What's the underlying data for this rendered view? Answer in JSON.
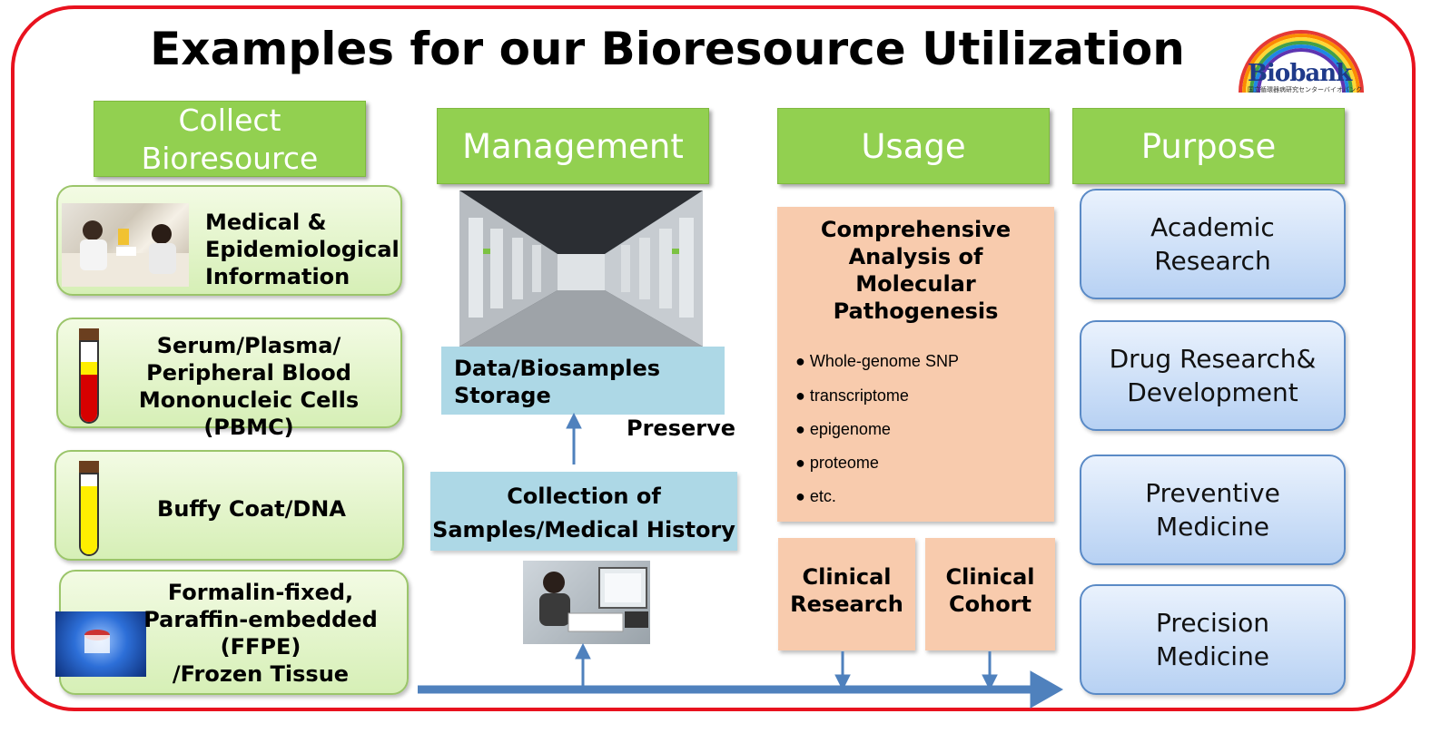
{
  "title": "Examples for our Bioresource Utilization",
  "logo": {
    "text": "Biobank",
    "subtitle": "国立循環器病研究センターバイオバンク"
  },
  "headers": {
    "collect": [
      "Collect",
      "Bioresource"
    ],
    "management": "Management",
    "usage": "Usage",
    "purpose": "Purpose"
  },
  "collect_items": [
    {
      "lines": [
        "Medical &",
        "Epidemiological",
        "Information"
      ]
    },
    {
      "lines": [
        "Serum/Plasma/",
        "Peripheral Blood",
        "Mononucleic Cells (PBMC)"
      ]
    },
    {
      "lines": [
        "Buffy Coat/DNA"
      ]
    },
    {
      "lines": [
        "Formalin-fixed,",
        "Paraffin-embedded",
        "(FFPE)",
        "/Frozen Tissue"
      ]
    }
  ],
  "management": {
    "storage": [
      "Data/Biosamples",
      "Storage"
    ],
    "preserve": "Preserve",
    "collection": [
      "Collection of",
      "Samples/Medical History"
    ]
  },
  "usage": {
    "analysis_title": [
      "Comprehensive",
      "Analysis of",
      "Molecular",
      "Pathogenesis"
    ],
    "analysis_items": [
      "Whole-genome SNP",
      "transcriptome",
      "epigenome",
      "proteome",
      "etc."
    ],
    "clinical_research": [
      "Clinical",
      "Research"
    ],
    "clinical_cohort": [
      "Clinical",
      "Cohort"
    ]
  },
  "purposes": [
    [
      "Academic",
      "Research"
    ],
    [
      "Drug Research&",
      "Development"
    ],
    [
      "Preventive",
      "Medicine"
    ],
    [
      "Precision",
      "Medicine"
    ]
  ],
  "colors": {
    "frame": "#e8121e",
    "header": "#92d050",
    "collect_box": "#d6efb6",
    "purpose_box": "#b7d1f3",
    "storage_box": "#add8e6",
    "usage_box": "#f8cbad",
    "arrow": "#4f81bd"
  },
  "icons": {
    "arrow": "arrow-icon",
    "tube_red": "blood-tube-icon",
    "tube_yellow": "buffy-tube-icon",
    "bullet": "bullet-icon"
  }
}
